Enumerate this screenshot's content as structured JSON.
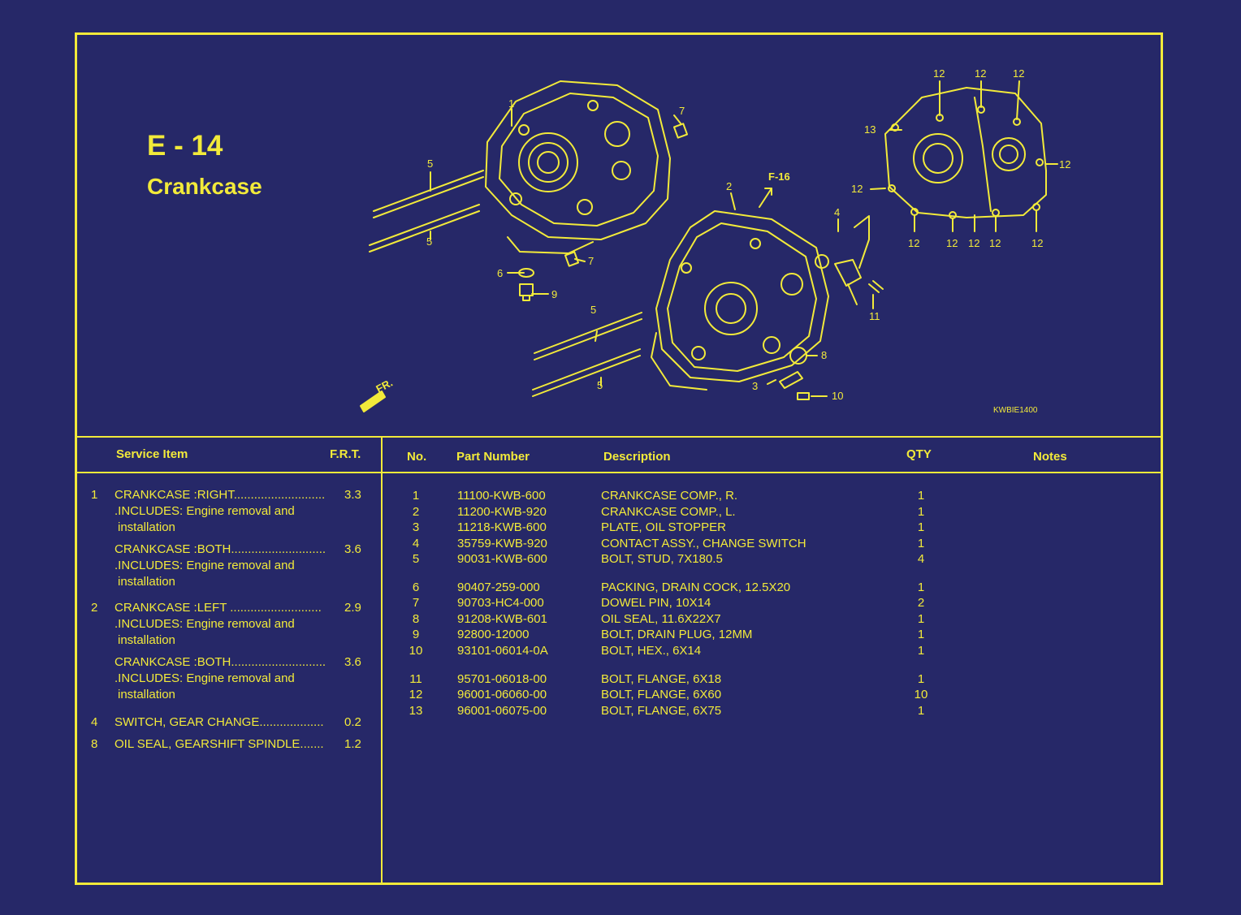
{
  "header": {
    "code": "E - 14",
    "title": "Crankcase"
  },
  "diagram": {
    "ref_code": "KWBIE1400",
    "front_label": "FR.",
    "ref_callout": "F-16",
    "callouts": [
      "1",
      "2",
      "3",
      "4",
      "5",
      "5",
      "5",
      "5",
      "6",
      "7",
      "7",
      "8",
      "9",
      "10",
      "11",
      "12",
      "13"
    ]
  },
  "service_table": {
    "headers": {
      "item": "Service Item",
      "frt": "F.R.T."
    },
    "rows": [
      {
        "num": "1",
        "name": "CRANKCASE :RIGHT...........................",
        "includes_1": ".INCLUDES: Engine removal and",
        "includes_2": "installation",
        "frt": "3.3"
      },
      {
        "num": "",
        "name": "CRANKCASE :BOTH............................",
        "includes_1": ".INCLUDES: Engine removal and",
        "includes_2": "installation",
        "frt": "3.6"
      },
      {
        "num": "2",
        "name": "CRANKCASE :LEFT ...........................",
        "includes_1": ".INCLUDES: Engine removal and",
        "includes_2": "installation",
        "frt": "2.9"
      },
      {
        "num": "",
        "name": "CRANKCASE :BOTH............................",
        "includes_1": ".INCLUDES: Engine removal and",
        "includes_2": "installation",
        "frt": "3.6"
      },
      {
        "num": "4",
        "name": "SWITCH, GEAR CHANGE...................",
        "frt": "0.2"
      },
      {
        "num": "8",
        "name": "OIL SEAL, GEARSHIFT SPINDLE.......",
        "frt": "1.2"
      }
    ]
  },
  "parts_table": {
    "headers": {
      "no": "No.",
      "part_number": "Part Number",
      "description": "Description",
      "qty": "QTY",
      "notes": "Notes"
    },
    "rows": [
      {
        "no": "1",
        "part": "11100-KWB-600",
        "desc": "CRANKCASE COMP., R.",
        "qty": "1"
      },
      {
        "no": "2",
        "part": "11200-KWB-920",
        "desc": "CRANKCASE COMP., L.",
        "qty": "1"
      },
      {
        "no": "3",
        "part": "11218-KWB-600",
        "desc": "PLATE, OIL STOPPER",
        "qty": "1"
      },
      {
        "no": "4",
        "part": "35759-KWB-920",
        "desc": "CONTACT ASSY., CHANGE SWITCH",
        "qty": "1"
      },
      {
        "no": "5",
        "part": "90031-KWB-600",
        "desc": "BOLT, STUD, 7X180.5",
        "qty": "4"
      },
      {
        "no": "6",
        "part": "90407-259-000",
        "desc": "PACKING, DRAIN COCK, 12.5X20",
        "qty": "1"
      },
      {
        "no": "7",
        "part": "90703-HC4-000",
        "desc": "DOWEL PIN, 10X14",
        "qty": "2"
      },
      {
        "no": "8",
        "part": "91208-KWB-601",
        "desc": "OIL SEAL, 11.6X22X7",
        "qty": "1"
      },
      {
        "no": "9",
        "part": "92800-12000",
        "desc": "BOLT, DRAIN PLUG, 12MM",
        "qty": "1"
      },
      {
        "no": "10",
        "part": "93101-06014-0A",
        "desc": "BOLT, HEX., 6X14",
        "qty": "1"
      },
      {
        "no": "11",
        "part": "95701-06018-00",
        "desc": "BOLT, FLANGE, 6X18",
        "qty": "1"
      },
      {
        "no": "12",
        "part": "96001-06060-00",
        "desc": "BOLT, FLANGE, 6X60",
        "qty": "10"
      },
      {
        "no": "13",
        "part": "96001-06075-00",
        "desc": "BOLT, FLANGE, 6X75",
        "qty": "1"
      }
    ]
  }
}
